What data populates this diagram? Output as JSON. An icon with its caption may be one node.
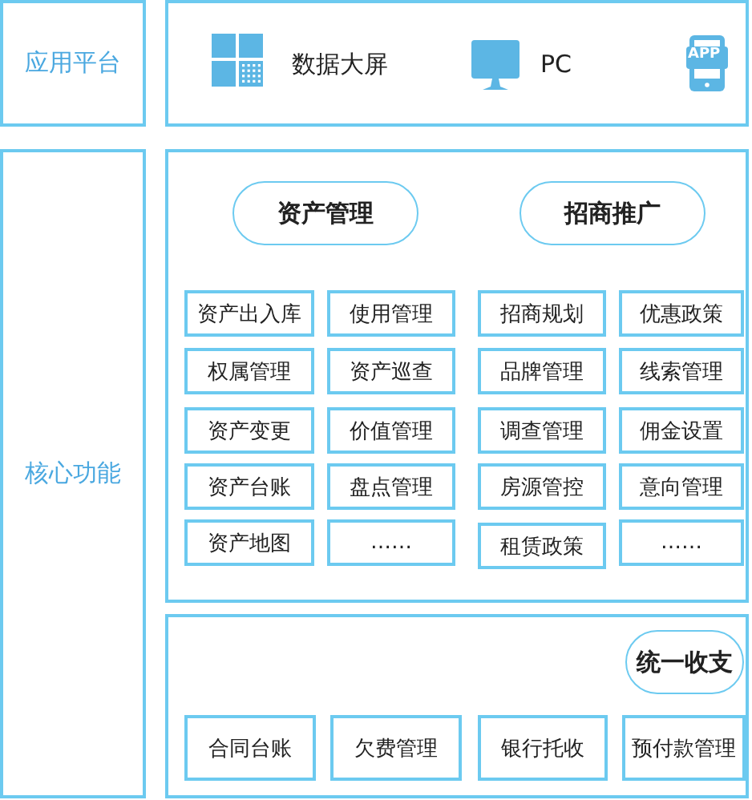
{
  "diagram": {
    "nodes": [
      {
        "text": [
          "应用平台"
        ]
      },
      {
        "text": [
          "数据大屏",
          "PC"
        ]
      },
      {
        "text": [
          "核心功能"
        ]
      },
      {
        "text": [],
        "shape": "box"
      },
      {
        "text": [
          "资产管理"
        ],
        "in": 3
      },
      {
        "text": [
          "招商推广"
        ],
        "in": 3
      },
      {
        "text": [
          "资产出入库"
        ],
        "in": 3
      },
      {
        "text": [
          "使用管理"
        ],
        "in": 3
      },
      {
        "text": [
          "招商规划"
        ],
        "in": 3
      },
      {
        "text": [
          "优惠政策"
        ],
        "in": 3
      },
      {
        "text": [
          "权属管理"
        ],
        "in": 3
      },
      {
        "text": [
          "资产巡查"
        ],
        "in": 3
      },
      {
        "text": [
          "品牌管理"
        ],
        "in": 3
      },
      {
        "text": [
          "线索管理"
        ],
        "in": 3
      },
      {
        "text": [
          "资产变更"
        ],
        "in": 3
      },
      {
        "text": [
          "价值管理"
        ],
        "in": 3
      },
      {
        "text": [
          "调查管理"
        ],
        "in": 3
      },
      {
        "text": [
          "佣金设置"
        ],
        "in": 3
      },
      {
        "text": [
          "资产台账"
        ],
        "in": 3
      },
      {
        "text": [
          "盘点管理"
        ],
        "in": 3
      },
      {
        "text": [
          "房源管控"
        ],
        "in": 3
      },
      {
        "text": [
          "意向管理"
        ],
        "in": 3
      },
      {
        "text": [
          "资产地图"
        ],
        "in": 3
      },
      {
        "text": [
          "……"
        ],
        "in": 3
      },
      {
        "text": [
          "租赁政策"
        ],
        "in": 3
      },
      {
        "text": [
          "……"
        ],
        "in": 3
      },
      {
        "text": [],
        "shape": "box"
      },
      {
        "text": [
          "统一收支"
        ],
        "in": 26
      },
      {
        "text": [
          "合同台账"
        ],
        "in": 26
      },
      {
        "text": [
          "欠费管理"
        ],
        "in": 26
      },
      {
        "text": [
          "银行托收"
        ],
        "in": 26
      },
      {
        "text": [
          "预付款管理"
        ],
        "in": 26
      }
    ],
    "labels": [
      "APP"
    ]
  }
}
